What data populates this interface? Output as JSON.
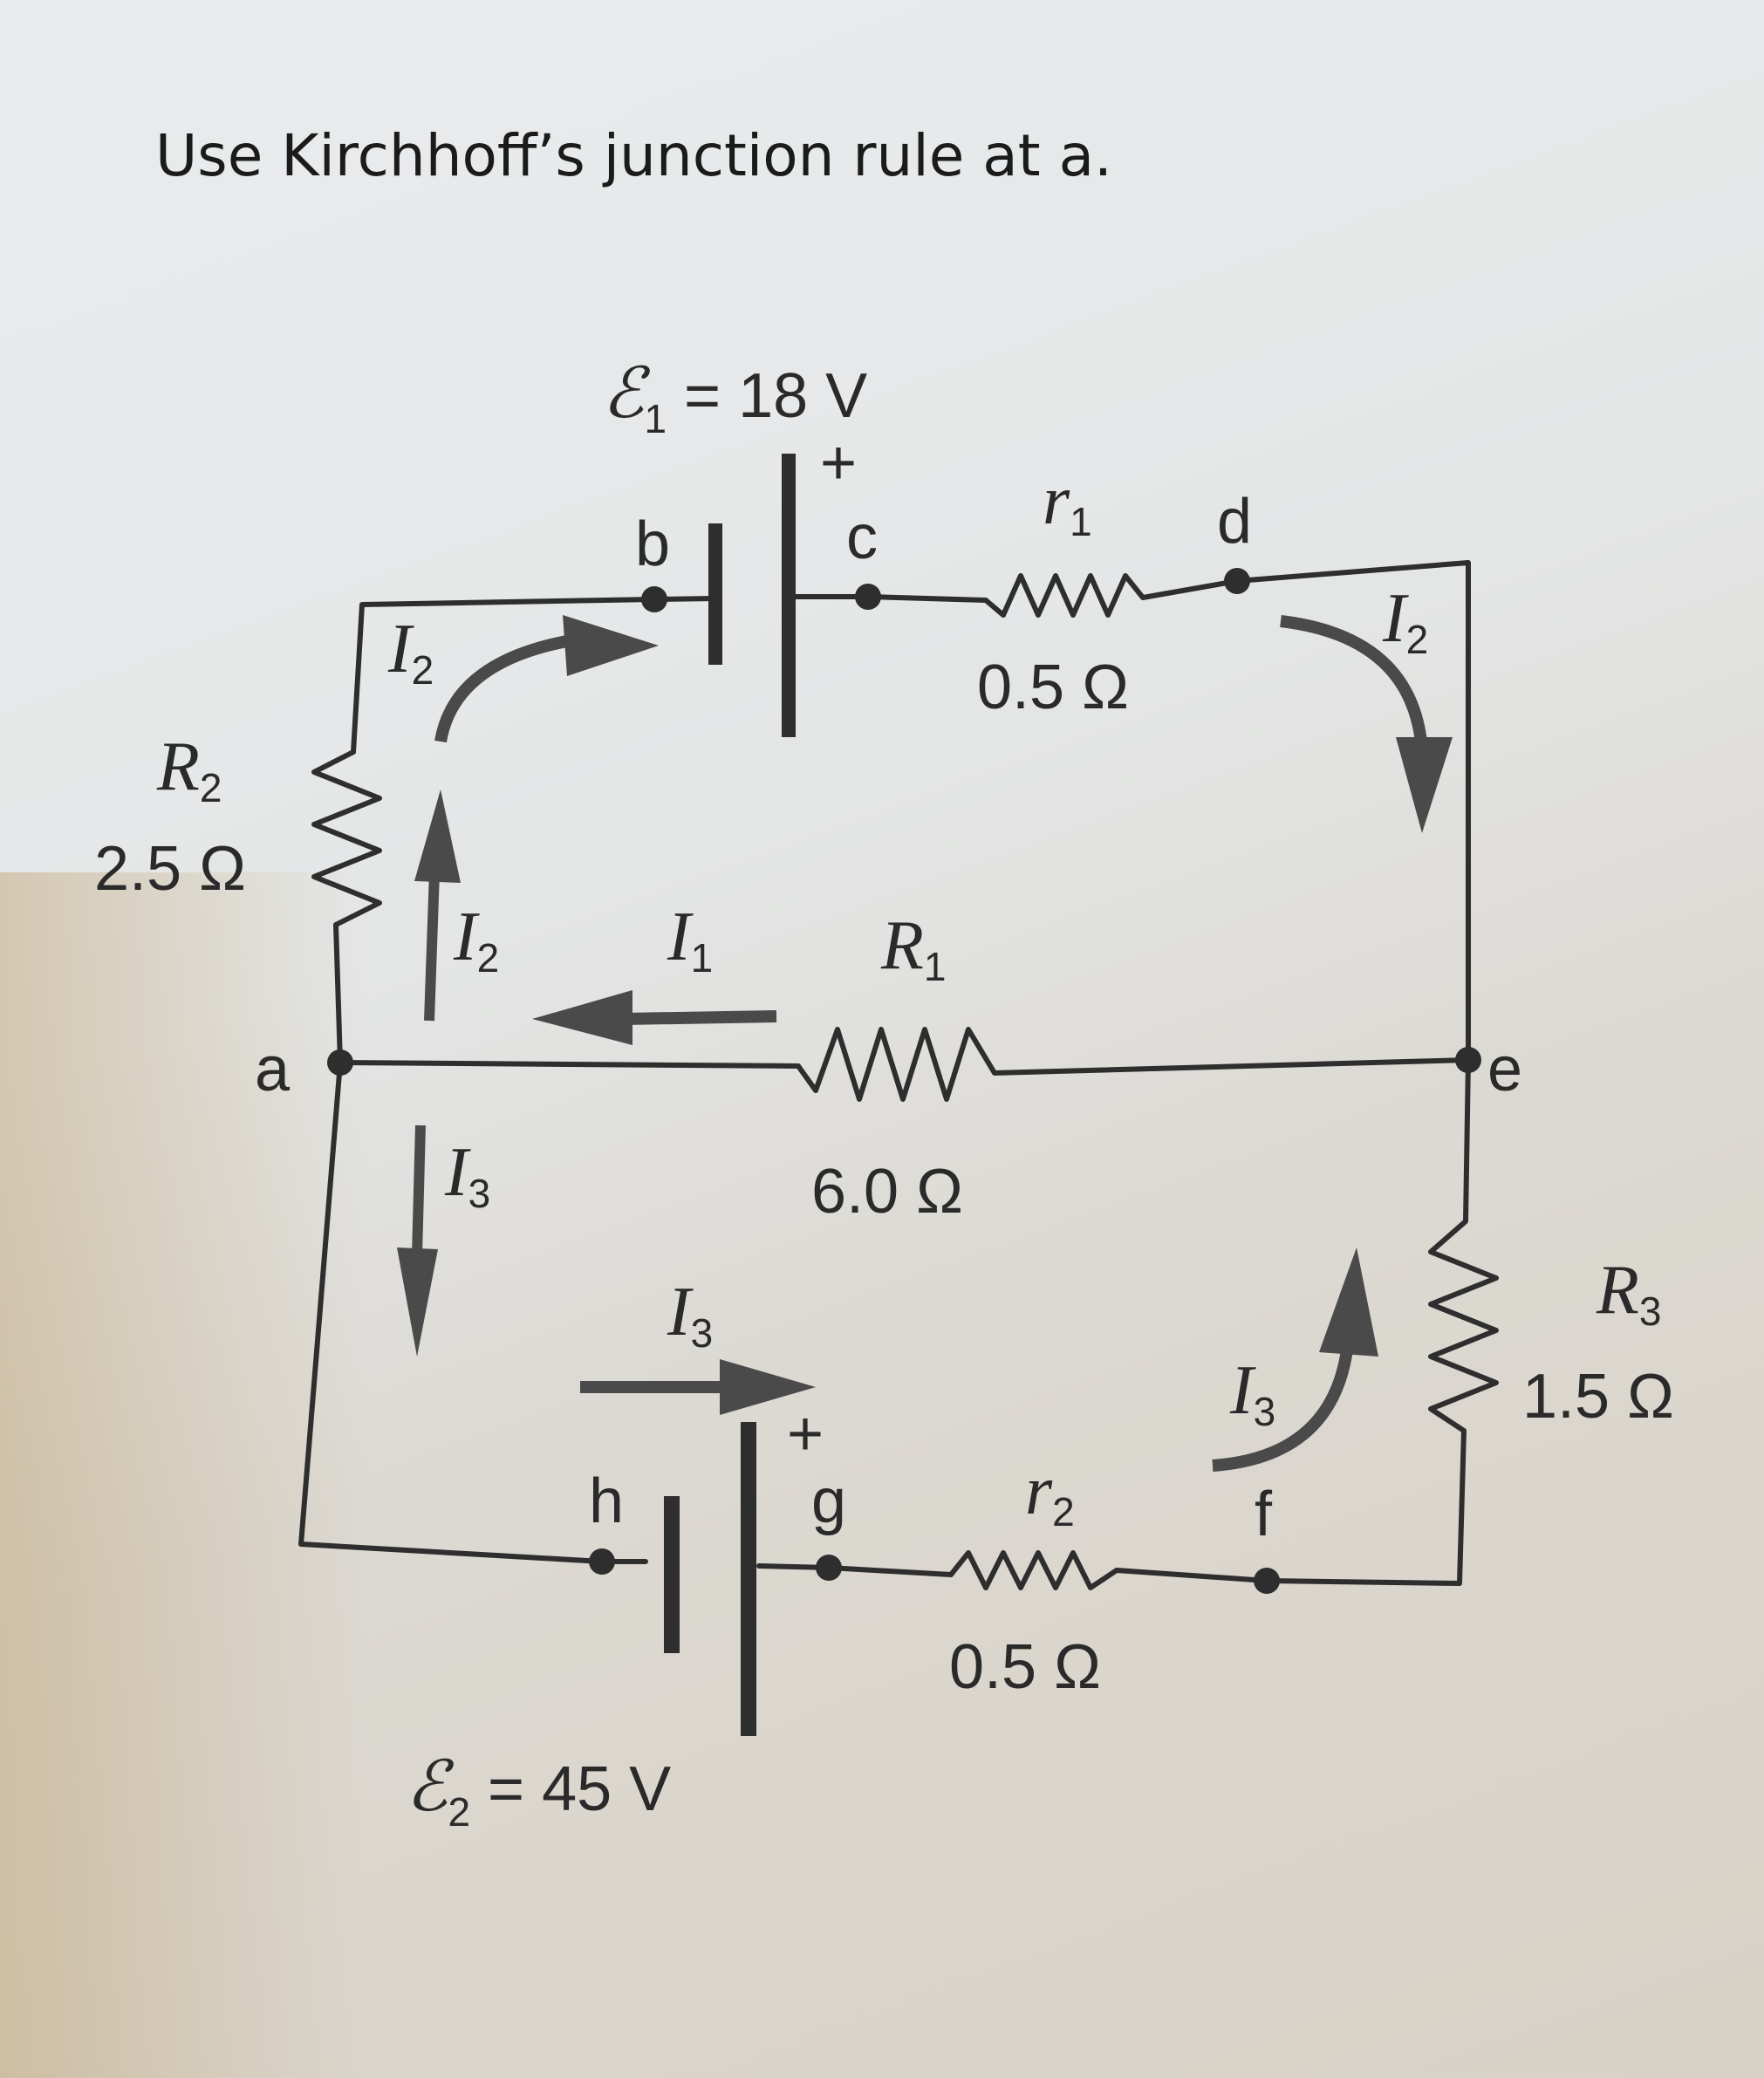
{
  "prompt": "Use Kirchhoff’s junction rule at a.",
  "nodes": {
    "a": "a",
    "b": "b",
    "c": "c",
    "d": "d",
    "e": "e",
    "f": "f",
    "g": "g",
    "h": "h"
  },
  "emf1": {
    "symbol": "ℰ",
    "sub": "1",
    "value": " = 18 V",
    "plus": "+"
  },
  "emf2": {
    "symbol": "ℰ",
    "sub": "2",
    "value": " = 45 V",
    "plus": "+"
  },
  "r1": {
    "symbol": "r",
    "sub": "1",
    "value": "0.5 Ω"
  },
  "r2": {
    "symbol": "r",
    "sub": "2",
    "value": "0.5 Ω"
  },
  "R1": {
    "symbol": "R",
    "sub": "1",
    "value": "6.0 Ω"
  },
  "R2": {
    "symbol": "R",
    "sub": "2",
    "value": "2.5 Ω"
  },
  "R3": {
    "symbol": "R",
    "sub": "3",
    "value": "1.5 Ω"
  },
  "currents": {
    "I1": {
      "symbol": "I",
      "sub": "1"
    },
    "I2": {
      "symbol": "I",
      "sub": "2"
    },
    "I3": {
      "symbol": "I",
      "sub": "3"
    }
  }
}
